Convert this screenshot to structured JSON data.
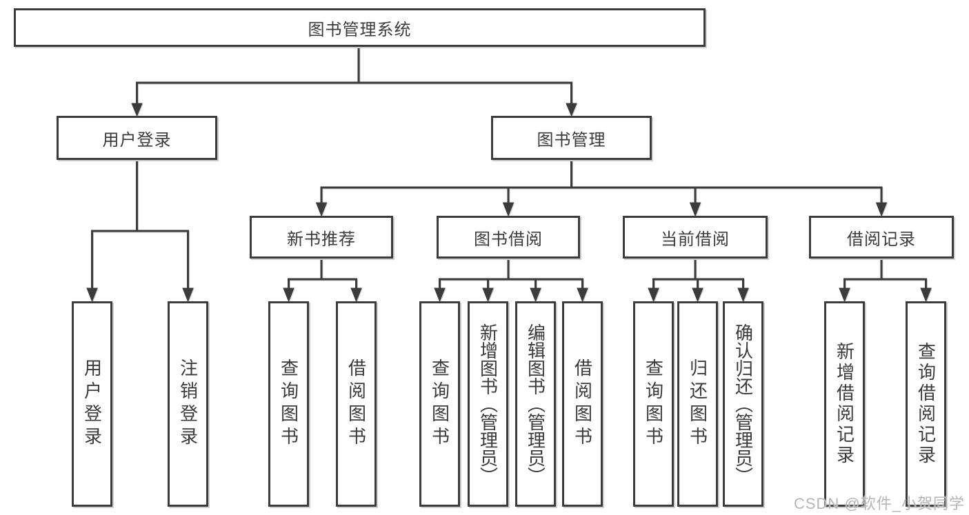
{
  "colors": {
    "line": "#3b3b3b",
    "text": "#3a3a3a",
    "watermark": "#b5b5b5"
  },
  "watermark": "CSDN @软件_小贺同学",
  "tree": {
    "label": "图书管理系统",
    "children": [
      {
        "label": "用户登录",
        "children": [
          {
            "label": "用户登录"
          },
          {
            "label": "注销登录"
          }
        ]
      },
      {
        "label": "图书管理",
        "children": [
          {
            "label": "新书推荐",
            "children": [
              {
                "label": "查询图书"
              },
              {
                "label": "借阅图书"
              }
            ]
          },
          {
            "label": "图书借阅",
            "children": [
              {
                "label": "查询图书"
              },
              {
                "label": "新增图书（管理员）"
              },
              {
                "label": "编辑图书（管理员）"
              },
              {
                "label": "借阅图书"
              }
            ]
          },
          {
            "label": "当前借阅",
            "children": [
              {
                "label": "查询图书"
              },
              {
                "label": "归还图书"
              },
              {
                "label": "确认归还（管理员）"
              }
            ]
          },
          {
            "label": "借阅记录",
            "children": [
              {
                "label": "新增借阅记录"
              },
              {
                "label": "查询借阅记录"
              }
            ]
          }
        ]
      }
    ]
  }
}
